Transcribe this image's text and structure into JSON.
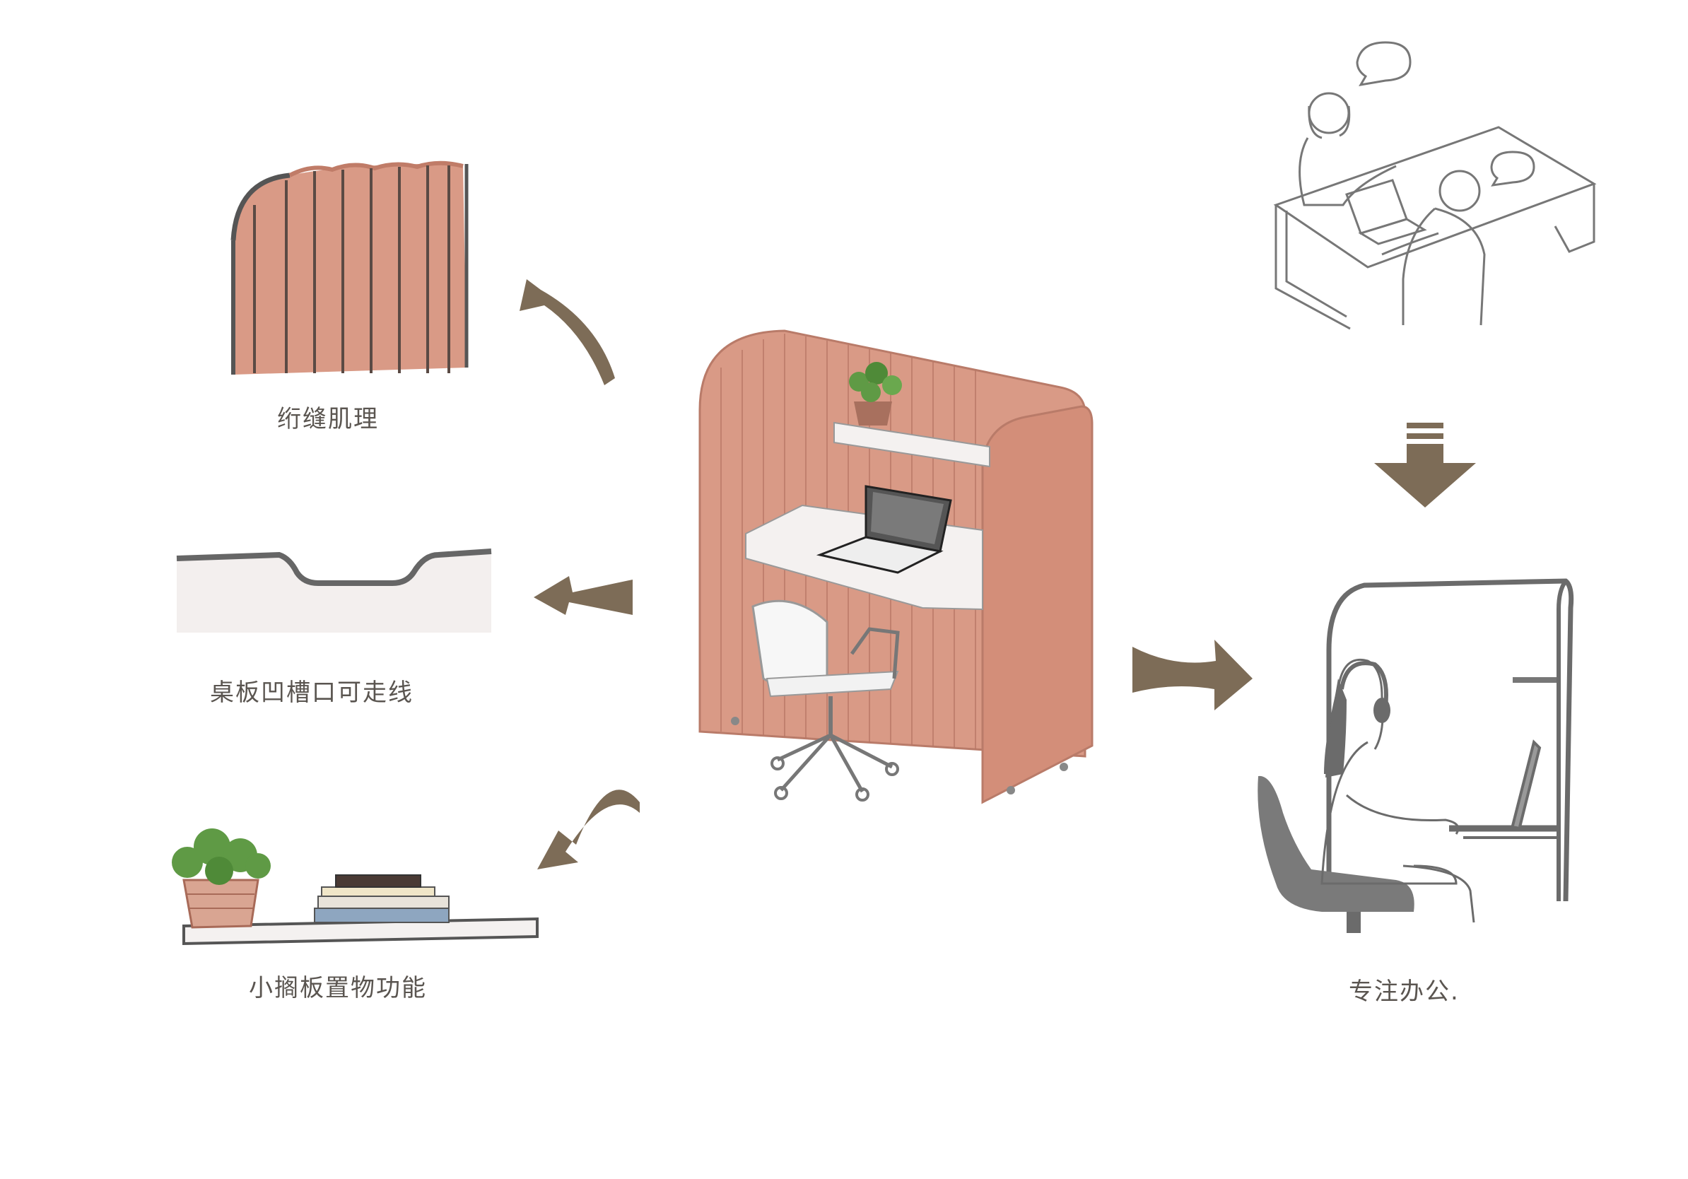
{
  "labels": {
    "texture": "绗缝肌理",
    "groove": "桌板凹槽口可走线",
    "shelf": "小搁板置物功能",
    "focus": "专注办公."
  },
  "colors": {
    "pod": "#d99a86",
    "pod_dark": "#c98572",
    "arrow": "#7d6c57",
    "line": "#6b6b6b",
    "desk": "#f3efee",
    "plant": "#5f9a45",
    "pot": "#b07060"
  },
  "icons": [
    "quilted-texture-icon",
    "desk-groove-icon",
    "shelf-storage-icon",
    "focus-pod-icon",
    "meeting-scene-icon",
    "headphones-icon",
    "laptop-icon",
    "office-chair-icon",
    "potted-plant-icon",
    "speech-bubble-icon",
    "arrow-icon"
  ]
}
